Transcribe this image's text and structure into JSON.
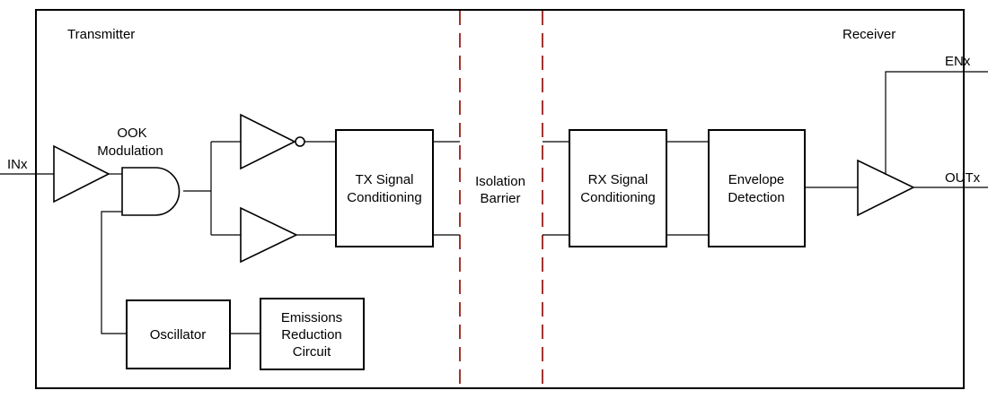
{
  "sections": {
    "transmitter": "Transmitter",
    "receiver": "Receiver"
  },
  "pins": {
    "input": "INx",
    "enable": "ENx",
    "output": "OUTx"
  },
  "labels": {
    "ook_line1": "OOK",
    "ook_line2": "Modulation",
    "barrier_line1": "Isolation",
    "barrier_line2": "Barrier"
  },
  "blocks": {
    "tx_signal_line1": "TX Signal",
    "tx_signal_line2": "Conditioning",
    "rx_signal_line1": "RX Signal",
    "rx_signal_line2": "Conditioning",
    "envelope_line1": "Envelope",
    "envelope_line2": "Detection",
    "oscillator": "Oscillator",
    "emissions_line1": "Emissions",
    "emissions_line2": "Reduction",
    "emissions_line3": "Circuit"
  },
  "colors": {
    "barrier": "#a0342e",
    "lines": "#000000"
  }
}
